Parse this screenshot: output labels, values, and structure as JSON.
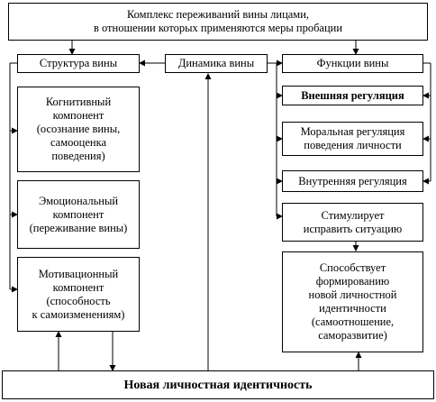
{
  "top": {
    "line1": "Комплекс переживаний вины лицами,",
    "line2": "в отношении которых применяются меры пробации"
  },
  "structure": {
    "title": "Структура вины",
    "cognitive": [
      "Когнитивный",
      "компонент",
      "(осознание вины,",
      "самооценка",
      "поведения)"
    ],
    "emotional": [
      "Эмоциональный",
      "компонент",
      "(переживание вины)"
    ],
    "motivational": [
      "Мотивационный",
      "компонент",
      "(способность",
      "к самоизменениям)"
    ]
  },
  "dynamics": {
    "title": "Динамика вины"
  },
  "functions": {
    "title": "Функции вины",
    "external": "Внешняя регуляция",
    "moral": [
      "Моральная регуляция",
      "поведения личности"
    ],
    "internal": "Внутренняя регуляция",
    "stimulates": [
      "Стимулирует",
      "исправить ситуацию"
    ],
    "contributes": [
      "Способствует",
      "формированию",
      "новой личностной",
      "идентичности",
      "(самоотношение,",
      "саморазвитие)"
    ]
  },
  "bottom": {
    "label": "Новая личностная идентичность"
  }
}
